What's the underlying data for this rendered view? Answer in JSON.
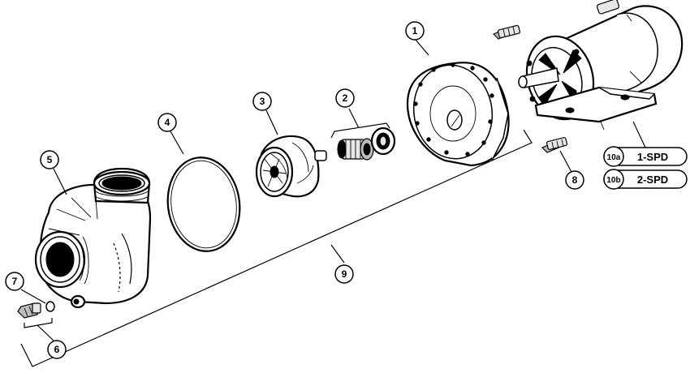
{
  "callouts": [
    {
      "id": "c1",
      "label": "1"
    },
    {
      "id": "c2",
      "label": "2"
    },
    {
      "id": "c3",
      "label": "3"
    },
    {
      "id": "c4",
      "label": "4"
    },
    {
      "id": "c5",
      "label": "5"
    },
    {
      "id": "c6",
      "label": "6"
    },
    {
      "id": "c7",
      "label": "7"
    },
    {
      "id": "c8",
      "label": "8"
    },
    {
      "id": "c9",
      "label": "9"
    }
  ],
  "motor_options": [
    {
      "code": "10a",
      "text": "1-SPD"
    },
    {
      "code": "10b",
      "text": "2-SPD"
    }
  ]
}
